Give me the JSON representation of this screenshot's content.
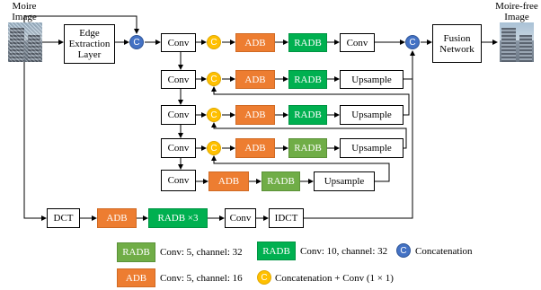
{
  "images": {
    "input_label": [
      "Moire",
      "Image"
    ],
    "output_label": [
      "Moire-free",
      "Image"
    ]
  },
  "blocks": {
    "edge": [
      "Edge",
      "Extraction",
      "Layer"
    ],
    "fusion": [
      "Fusion",
      "Network"
    ],
    "conv": "Conv",
    "adb": "ADB",
    "radb": "RADB",
    "upsample": "Upsample",
    "dct": "DCT",
    "radb_x3": "RADB ×3",
    "idct": "IDCT",
    "cat_symbol": "C",
    "cc_symbol": "C"
  },
  "legend": {
    "radb_light_tag": "RADB",
    "radb_light_desc": "Conv: 5, channel: 32",
    "radb_dark_tag": "RADB",
    "radb_dark_desc": "Conv: 10, channel: 32",
    "cat_desc": "Concatenation",
    "adb_tag": "ADB",
    "adb_desc": "Conv: 5, channel: 16",
    "cc_desc": "Concatenation + Conv (1 × 1)"
  },
  "colors": {
    "adb": "#ED7D31",
    "radb_dark": "#00B050",
    "radb_light": "#70AD47",
    "concatenation": "#4472C4",
    "concat_conv": "#FFC000"
  }
}
